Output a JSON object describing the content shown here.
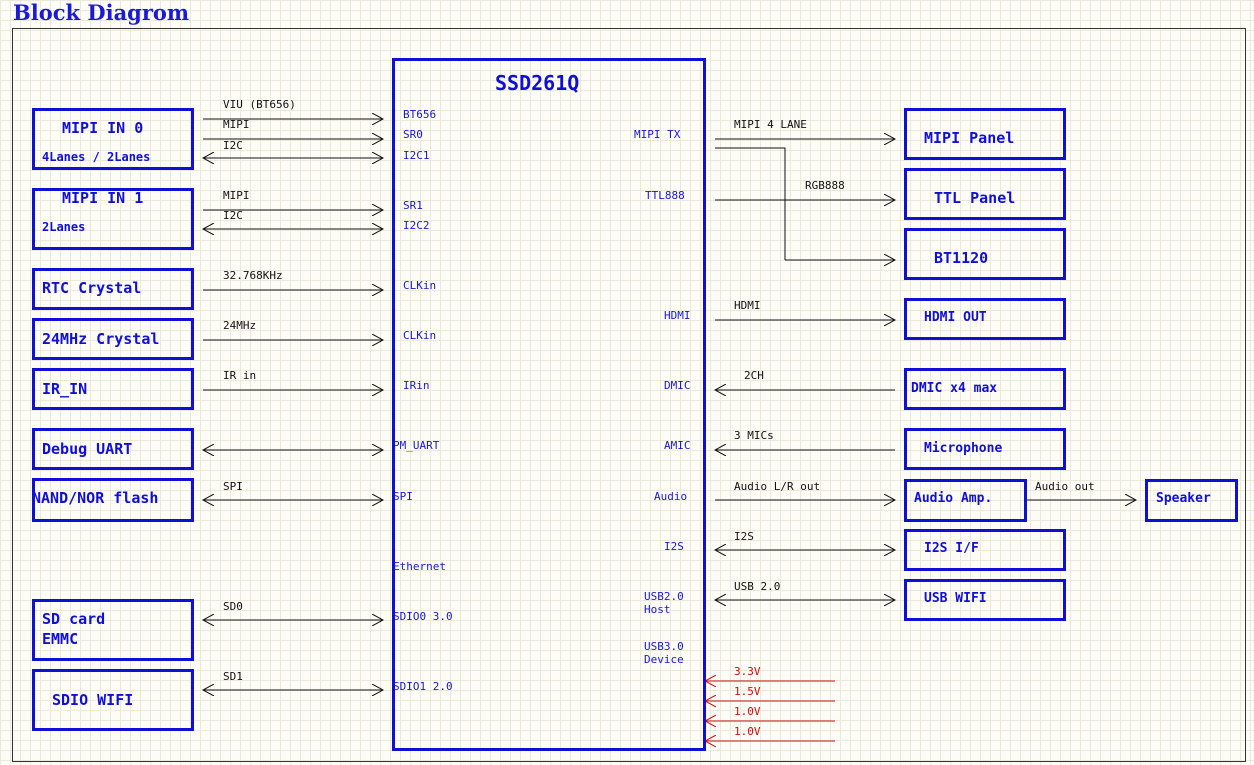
{
  "title": "Block Diagrom",
  "chip": {
    "name": "SSD261Q",
    "left_pins": [
      "BT656",
      "SR0",
      "I2C1",
      "SR1",
      "I2C2",
      "CLKin",
      "CLKin",
      "IRin",
      "PM_UART",
      "SPI",
      "Ethernet",
      "SDIO0 3.0",
      "SDIO1 2.0"
    ],
    "right_pins": [
      "MIPI TX",
      "TTL888",
      "HDMI",
      "DMIC",
      "AMIC",
      "Audio",
      "I2S",
      "USB2.0",
      "Host",
      "USB3.0",
      "Device"
    ]
  },
  "left_blocks": [
    {
      "line1": "MIPI IN 0",
      "line2": "4Lanes / 2Lanes"
    },
    {
      "line1": "MIPI IN 1",
      "line2": "2Lanes"
    },
    {
      "line1": "RTC Crystal"
    },
    {
      "line1": "24MHz Crystal"
    },
    {
      "line1": "IR_IN"
    },
    {
      "line1": "Debug UART"
    },
    {
      "line1": "NAND/NOR flash"
    },
    {
      "line1": "SD card",
      "line2": "EMMC"
    },
    {
      "line1": "SDIO WIFI"
    }
  ],
  "right_blocks": [
    "MIPI Panel",
    "TTL Panel",
    "BT1120",
    "HDMI OUT",
    "DMIC x4 max",
    "Microphone",
    "Audio Amp.",
    "Speaker",
    "I2S I/F",
    "USB WIFI"
  ],
  "left_signals": [
    "VIU (BT656)",
    "MIPI",
    "I2C",
    "MIPI",
    "I2C",
    "32.768KHz",
    "24MHz",
    "IR in",
    "SPI",
    "SD0",
    "SD1"
  ],
  "right_signals": [
    "MIPI 4 LANE",
    "RGB888",
    "HDMI",
    "2CH",
    "3 MICs",
    "Audio L/R out",
    "Audio out",
    "I2S",
    "USB 2.0"
  ],
  "power": [
    "3.3V",
    "1.5V",
    "1.0V",
    "1.0V"
  ]
}
